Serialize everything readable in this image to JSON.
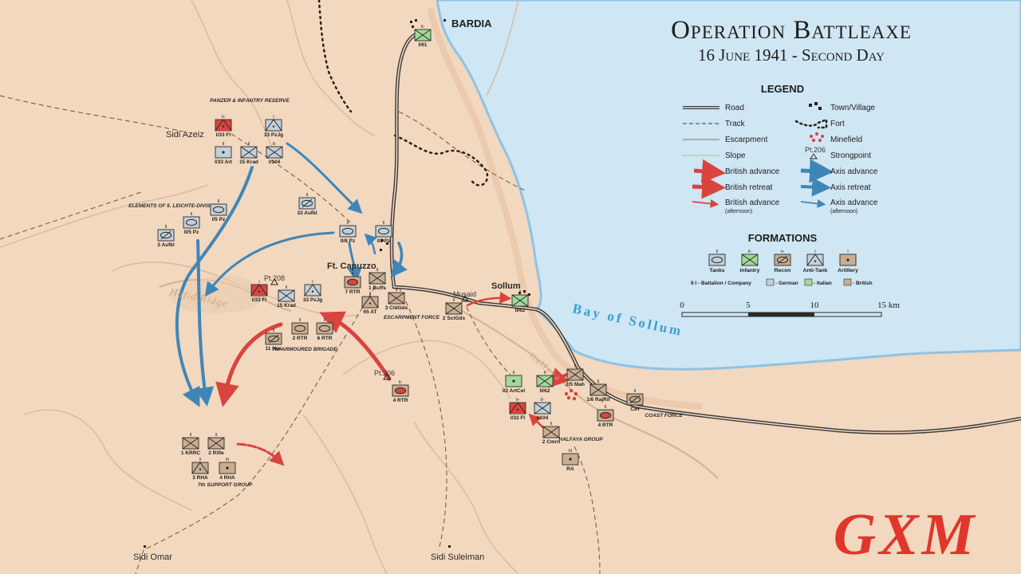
{
  "title": {
    "main": "Operation Battleaxe",
    "sub": "16 June 1941 - Second Day"
  },
  "legend": {
    "heading": "LEGEND",
    "items": {
      "road": "Road",
      "track": "Track",
      "escarpment": "Escarpment",
      "slope": "Slope",
      "british_advance": "British advance",
      "british_retreat": "British retreat",
      "british_advance_pm": "British advance",
      "british_advance_pm_note": "(afternoon)",
      "town": "Town/Village",
      "fort": "Fort",
      "minefield": "Minefield",
      "strongpoint": "Strongpoint",
      "strongpoint_code": "Pt.206",
      "axis_advance": "Axis advance",
      "axis_retreat": "Axis retreat",
      "axis_advance_pm": "Axis advance",
      "axis_advance_pm_note": "(afternoon)"
    },
    "formations_heading": "FORMATIONS",
    "formation_types": [
      "Tanks",
      "Infantry",
      "Recon",
      "Anti-Tank",
      "Artillery"
    ],
    "echelon_note": "II  I - Battalion / Company",
    "nationalities": [
      "- German",
      "- Italian",
      "- British"
    ],
    "scale": {
      "ticks": [
        "0",
        "5",
        "10",
        "15 km"
      ],
      "km_per_tick": 5
    }
  },
  "colors": {
    "land": "#f2d8bf",
    "sea": "#cfe6f4",
    "sea_label": "#3a9fd0",
    "british": "#d9443f",
    "axis": "#3f86b8",
    "german_unit": "#c3cfd9",
    "italian_unit": "#a2d99a",
    "british_unit": "#c9ad90",
    "logo": "#e0362c"
  },
  "places": {
    "bardia": "BARDIA",
    "sollum": "Sollum",
    "musaid": "Musaid",
    "sidi_azeiz": "Sidi Azeiz",
    "ft_capuzzo": "Ft. Capuzzo",
    "hafid_ridge": "Hafid Ridge",
    "halfaya": "Halfaya",
    "bay": "Bay of Sollum",
    "sidi_omar": "Sidi Omar",
    "sidi_suleiman": "Sidi Suleiman",
    "pt208": "Pt.208",
    "pt206": "Pt.206"
  },
  "group_labels": {
    "panzer_reserve": "PANZER & INFANTRY RESERVE",
    "leichte": "ELEMENTS OF 5. LEICHTE-DIVISION",
    "armoured_7": "7th ARMOURED BRIGADE",
    "escarpment_force": "ESCARPMENT FORCE",
    "support_7": "7th SUPPORT GROUP",
    "halfaya_group": "HALFAYA GROUP",
    "coast_force": "COAST FORCE"
  },
  "units": [
    {
      "id": "i61",
      "label": "I/61",
      "type": "infantry",
      "nation": "italian",
      "echelon": "II-"
    },
    {
      "id": "i33fl-n",
      "label": "I/33 Fl",
      "type": "antitank",
      "nation": "red",
      "echelon": "I+"
    },
    {
      "id": "33pzjg-n",
      "label": "33 PzJg",
      "type": "antitank",
      "nation": "german",
      "echelon": "I"
    },
    {
      "id": "i33art",
      "label": "I/33 Art",
      "type": "artillery",
      "nation": "german",
      "echelon": "II"
    },
    {
      "id": "15krad-n",
      "label": "15 Krad",
      "type": "infantry",
      "nation": "german",
      "echelon": "II"
    },
    {
      "id": "i104-n",
      "label": "I/104",
      "type": "infantry",
      "nation": "german",
      "echelon": "II-"
    },
    {
      "id": "i5pz",
      "label": "I/5 Pz",
      "type": "tanks",
      "nation": "german",
      "echelon": "II"
    },
    {
      "id": "ii5pz",
      "label": "II/5 Pz",
      "type": "tanks",
      "nation": "german",
      "echelon": "II"
    },
    {
      "id": "3aufkl-w",
      "label": "3 Aufkl",
      "type": "recon",
      "nation": "german",
      "echelon": "II"
    },
    {
      "id": "33aufkl",
      "label": "33 Aufkl",
      "type": "recon",
      "nation": "german",
      "echelon": "II"
    },
    {
      "id": "ii8pz",
      "label": "II/8 Pz",
      "type": "tanks",
      "nation": "german",
      "echelon": "II"
    },
    {
      "id": "i8pz",
      "label": "I/8 Pz",
      "type": "tanks",
      "nation": "german",
      "echelon": "II"
    },
    {
      "id": "i33fl-c",
      "label": "I/33 Fl",
      "type": "antitank",
      "nation": "red",
      "echelon": "I"
    },
    {
      "id": "15krad-c",
      "label": "15 Krad",
      "type": "infantry",
      "nation": "german",
      "echelon": "II"
    },
    {
      "id": "33pzjg-c",
      "label": "33 PzJg",
      "type": "antitank",
      "nation": "german",
      "echelon": "I"
    },
    {
      "id": "7rtr",
      "label": "7 RTR",
      "type": "tanks-red",
      "nation": "british",
      "echelon": "II"
    },
    {
      "id": "1buffs",
      "label": "1 Buffs",
      "type": "infantry",
      "nation": "british",
      "echelon": "II"
    },
    {
      "id": "65at",
      "label": "65 AT",
      "type": "antitank",
      "nation": "british",
      "echelon": "II"
    },
    {
      "id": "3cldgds",
      "label": "3 CldGds",
      "type": "infantry",
      "nation": "british",
      "echelon": "II"
    },
    {
      "id": "2sctgds",
      "label": "2 SctGds",
      "type": "infantry",
      "nation": "british",
      "echelon": "II"
    },
    {
      "id": "11hus",
      "label": "11 Hus",
      "type": "recon",
      "nation": "british",
      "echelon": "II"
    },
    {
      "id": "2rtr",
      "label": "2 RTR",
      "type": "tanks",
      "nation": "british",
      "echelon": "II"
    },
    {
      "id": "6rtr",
      "label": "6 RTR",
      "type": "tanks",
      "nation": "british",
      "echelon": "II"
    },
    {
      "id": "4rtr-w",
      "label": "4 RTR",
      "type": "tanks-red",
      "nation": "british",
      "echelon": "II-"
    },
    {
      "id": "ii62-s",
      "label": "II/62",
      "type": "infantry",
      "nation": "italian",
      "echelon": "II"
    },
    {
      "id": "i2artcel",
      "label": "I/2 ArtCel",
      "type": "artillery",
      "nation": "italian",
      "echelon": "II"
    },
    {
      "id": "ii62-h",
      "label": "II/62",
      "type": "infantry",
      "nation": "italian",
      "echelon": "II"
    },
    {
      "id": "25mah",
      "label": "2/5 Mah",
      "type": "infantry",
      "nation": "british",
      "echelon": "II"
    },
    {
      "id": "16rajrif",
      "label": "1/6 RajRif",
      "type": "infantry",
      "nation": "british",
      "echelon": "II"
    },
    {
      "id": "cih",
      "label": "CIH",
      "type": "recon",
      "nation": "british",
      "echelon": "II"
    },
    {
      "id": "4rtr-h",
      "label": "4 RTR",
      "type": "tanks-red",
      "nation": "british",
      "echelon": "II"
    },
    {
      "id": "i33fl-h",
      "label": "I/33 Fl",
      "type": "antitank",
      "nation": "red",
      "echelon": "I+"
    },
    {
      "id": "i104-h",
      "label": "I/104",
      "type": "infantry",
      "nation": "german",
      "echelon": "II-"
    },
    {
      "id": "2cmrn",
      "label": "2 Cmrn",
      "type": "infantry",
      "nation": "british",
      "echelon": "II"
    },
    {
      "id": "ra",
      "label": "RA",
      "type": "artillery",
      "nation": "british",
      "echelon": "III"
    },
    {
      "id": "1krrc",
      "label": "1 KRRC",
      "type": "infantry",
      "nation": "british",
      "echelon": "II"
    },
    {
      "id": "2rifle",
      "label": "2 Rifle",
      "type": "infantry",
      "nation": "british",
      "echelon": "II"
    },
    {
      "id": "3rha",
      "label": "3 RHA",
      "type": "antitank",
      "nation": "british",
      "echelon": "II"
    },
    {
      "id": "4rha",
      "label": "4 RHA",
      "type": "artillery",
      "nation": "british",
      "echelon": "III"
    }
  ],
  "logo": "GXM"
}
